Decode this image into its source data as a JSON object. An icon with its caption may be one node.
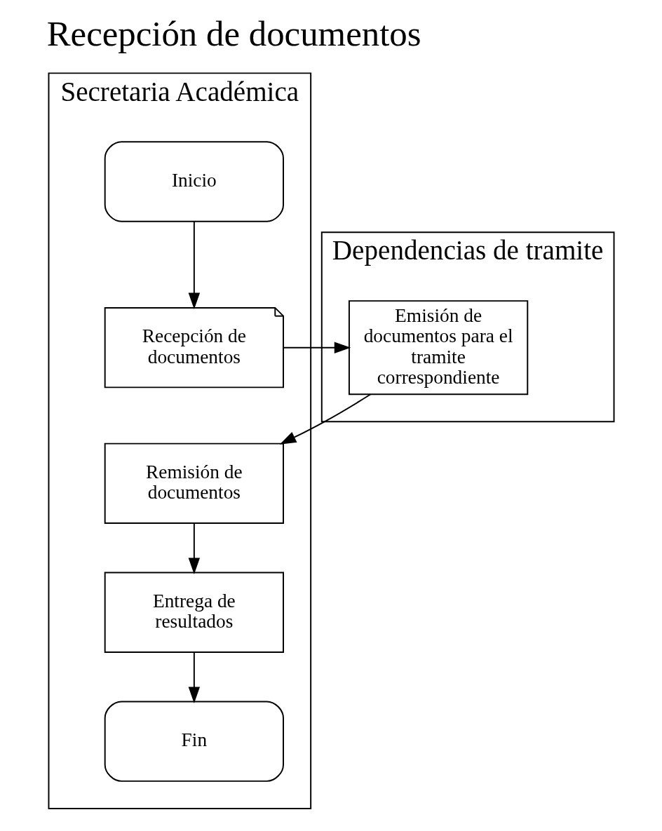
{
  "diagram": {
    "title": "Recepción de documentos",
    "nodes": [
      {
        "text": [
          "Secretaria Académica"
        ]
      },
      {
        "text": [
          "Dependencias de tramite"
        ]
      },
      {
        "text": [
          "Inicio"
        ],
        "in": 0
      },
      {
        "text": [
          "Recepción de documentos"
        ],
        "in": 0
      },
      {
        "text": [
          "Emisión de documentos para el tramite correspondiente"
        ],
        "in": 1
      },
      {
        "text": [
          "Remisión de documentos"
        ],
        "in": 0
      },
      {
        "text": [
          "Entrega de resultados"
        ],
        "in": 0
      },
      {
        "text": [
          "Fin"
        ],
        "in": 0
      }
    ],
    "edges": [
      {
        "from": 2,
        "to": 3,
        "arrow": "to"
      },
      {
        "from": 3,
        "to": 4,
        "arrow": "to"
      },
      {
        "from": 4,
        "to": 5,
        "arrow": "to"
      },
      {
        "from": 5,
        "to": 6,
        "arrow": "to"
      },
      {
        "from": 6,
        "to": 7,
        "arrow": "to"
      }
    ]
  }
}
